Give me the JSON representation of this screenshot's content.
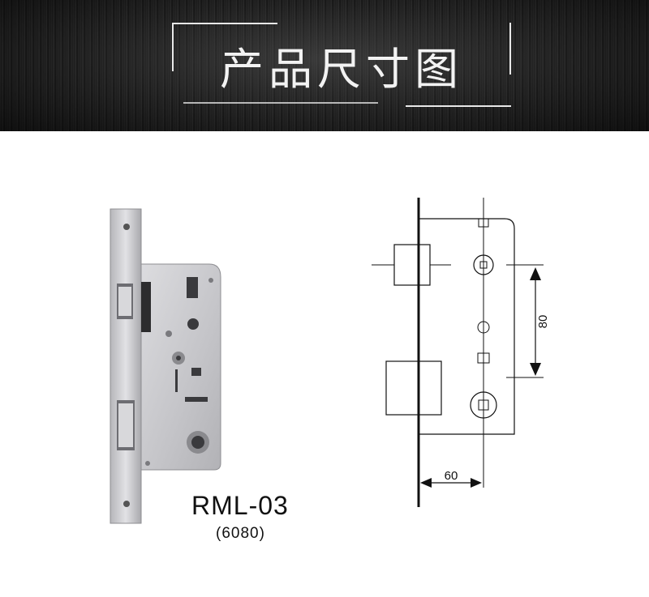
{
  "header": {
    "title": "产品尺寸图"
  },
  "product": {
    "model": "RML-03",
    "sub_model": "(6080)"
  },
  "drawing": {
    "dim_backset": "60",
    "dim_center": "80"
  },
  "colors": {
    "banner_dark": "#1a1a1a",
    "frame_line": "#e8e8e8",
    "steel": "#c9c9cc",
    "ink": "#111111"
  }
}
